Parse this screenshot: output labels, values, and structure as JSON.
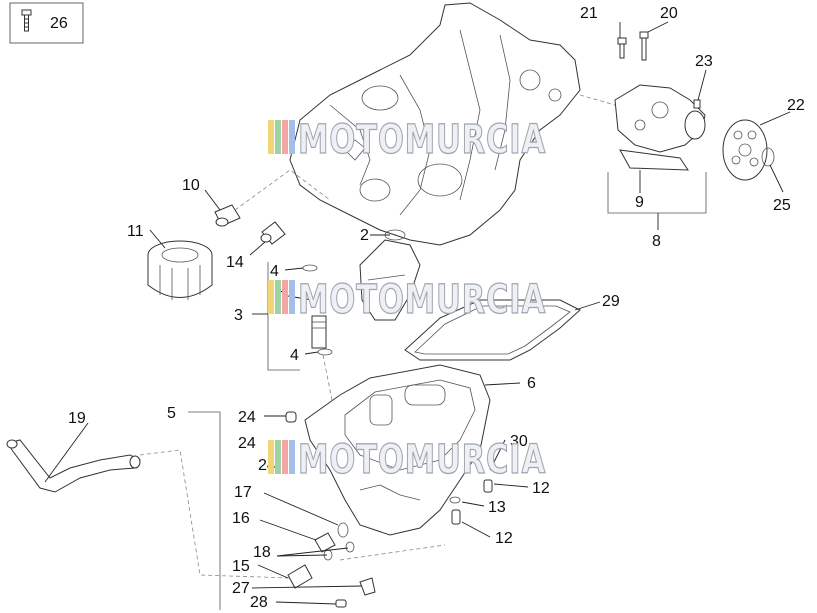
{
  "diagram": {
    "kit_box_label": "26",
    "watermark_text": "MOTOMURCIA",
    "callouts": [
      "2",
      "3",
      "4",
      "4",
      "5",
      "6",
      "7",
      "8",
      "9",
      "10",
      "11",
      "12",
      "12",
      "13",
      "14",
      "15",
      "16",
      "17",
      "18",
      "19",
      "20",
      "21",
      "22",
      "23",
      "24",
      "24",
      "24",
      "25",
      "27",
      "28",
      "29",
      "30"
    ]
  }
}
